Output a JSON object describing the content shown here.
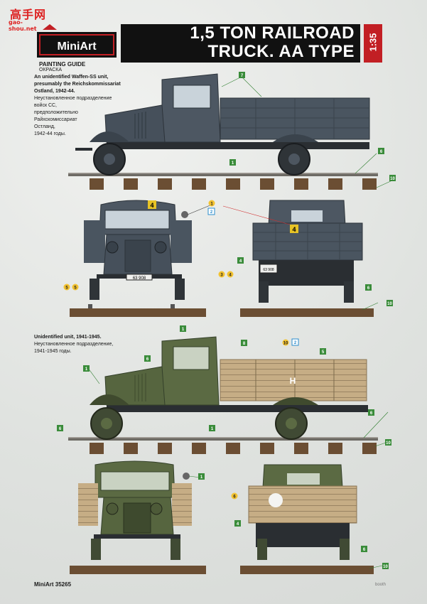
{
  "watermark": {
    "text": "高手网",
    "sub": "gao-shou.net"
  },
  "brand": {
    "logo": "MiniArt"
  },
  "header": {
    "title_line1": "1,5 TON RAILROAD",
    "title_line2": "TRUCK. AA TYPE",
    "scale": "1:35"
  },
  "guide": {
    "title_en": "PAINTING GUIDE",
    "title_ru": "ОКРАСКА"
  },
  "scheme1": {
    "en_line1": "An unidentified Waffen-SS unit,",
    "en_line2": "presumably the Reichskommissariat",
    "en_line3": "Ostland, 1942-44.",
    "ru_line1": "Неустановленное подразделение",
    "ru_line2": "войск СС,",
    "ru_line3": "предположительно",
    "ru_line4": "Райхскомиссариат",
    "ru_line5": "Остланд,",
    "ru_line6": "1942-44 годы."
  },
  "scheme2": {
    "en": "Unidentified unit, 1941-1945.",
    "ru_line1": "Неустановленное подразделение,",
    "ru_line2": "1941-1945 годы."
  },
  "plates": {
    "front": "63 908",
    "rear": "63 908"
  },
  "markings": {
    "cab_number": "4",
    "box_letter": "H"
  },
  "callouts": [
    "7",
    "1",
    "6",
    "10",
    "1",
    "2",
    "4",
    "4",
    "3",
    "4",
    "5",
    "5",
    "6",
    "10",
    "1",
    "6",
    "1",
    "8",
    "10",
    "2",
    "5",
    "6",
    "1",
    "6",
    "10",
    "1",
    "6",
    "4",
    "6",
    "10"
  ],
  "footer": {
    "code": "MiniArt 35265",
    "right": "booth"
  },
  "colors": {
    "scheme1": "#4a5560",
    "scheme2": "#5b6a43",
    "wood": "#c6ad85",
    "red": "#c21f24"
  }
}
